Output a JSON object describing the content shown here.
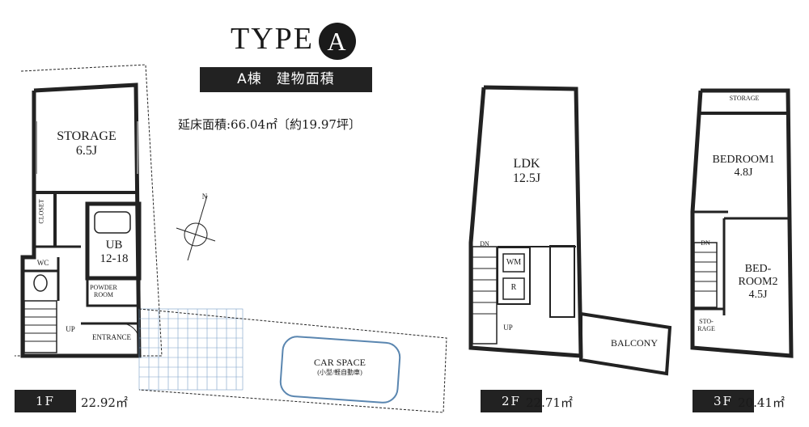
{
  "header": {
    "title_text": "TYPE",
    "title_letter": "A",
    "building_label": "A棟　建物面積",
    "total_floor_area": "延床面積:66.04㎡〔約19.97坪〕"
  },
  "floor1": {
    "storage_name": "STORAGE",
    "storage_size": "6.5J",
    "closet": "CLOSET",
    "wc": "WC",
    "ub_name": "UB",
    "ub_size": "12-18",
    "powder_room_1": "POWDER",
    "powder_room_2": "ROOM",
    "entrance": "ENTRANCE",
    "up": "UP",
    "car_space": "CAR SPACE",
    "car_space_note": "(小型/軽自動車)",
    "badge": "1F",
    "area": "22.92㎡"
  },
  "floor2": {
    "ldk_name": "LDK",
    "ldk_size": "12.5J",
    "dn": "DN",
    "up": "UP",
    "wm": "WM",
    "r": "R",
    "balcony": "BALCONY",
    "badge": "2F",
    "area": "22.71㎡"
  },
  "floor3": {
    "storage_top": "STORAGE",
    "bedroom1_name": "BEDROOM1",
    "bedroom1_size": "4.8J",
    "bedroom2_line1": "BED-",
    "bedroom2_line2": "ROOM2",
    "bedroom2_size": "4.5J",
    "dn": "DN",
    "storage_small_1": "STO-",
    "storage_small_2": "RAGE",
    "badge": "3F",
    "area": "20.41㎡"
  },
  "compass": {
    "north": "N"
  }
}
